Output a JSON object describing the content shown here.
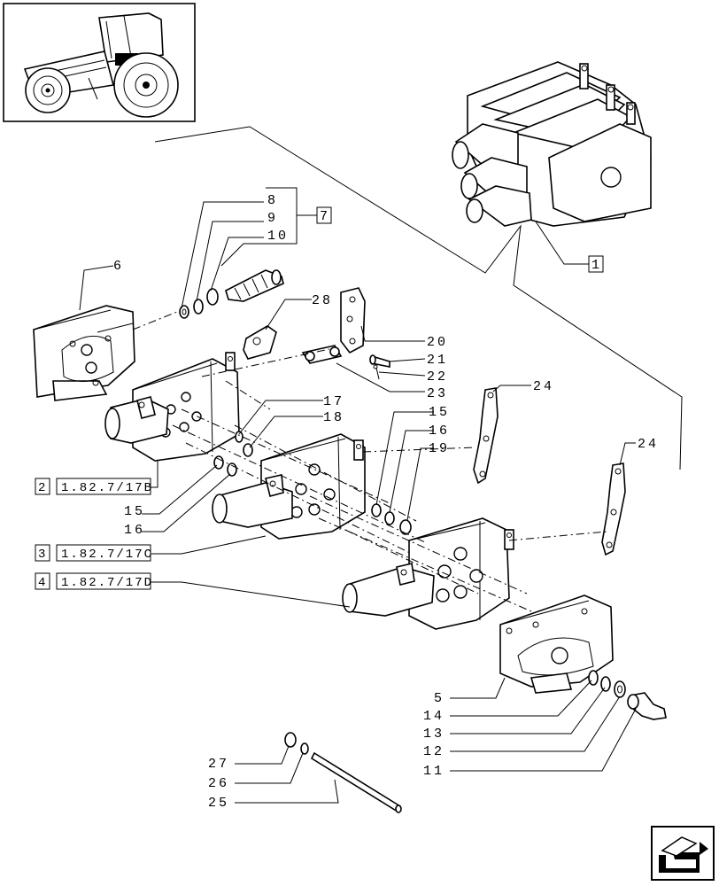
{
  "labels": {
    "p1": "1",
    "p5": "5",
    "p6": "6",
    "p7": "7",
    "p8": "8",
    "p9": "9",
    "p10": "10",
    "p11": "11",
    "p12": "12",
    "p13": "13",
    "p14": "14",
    "p15a": "15",
    "p15b": "15",
    "p16a": "16",
    "p16b": "16",
    "p17": "17",
    "p18": "18",
    "p19": "19",
    "p20": "20",
    "p21": "21",
    "p22": "22",
    "p23": "23",
    "p24a": "24",
    "p24b": "24",
    "p25": "25",
    "p26": "26",
    "p27": "27",
    "p28": "28"
  },
  "references": [
    {
      "num": "2",
      "code": "1.82.7/17B"
    },
    {
      "num": "3",
      "code": "1.82.7/17C"
    },
    {
      "num": "4",
      "code": "1.82.7/17D"
    }
  ],
  "icons": {
    "thumbnail": "tractor-thumbnail-icon",
    "nav": "next-page-arrow-icon"
  }
}
